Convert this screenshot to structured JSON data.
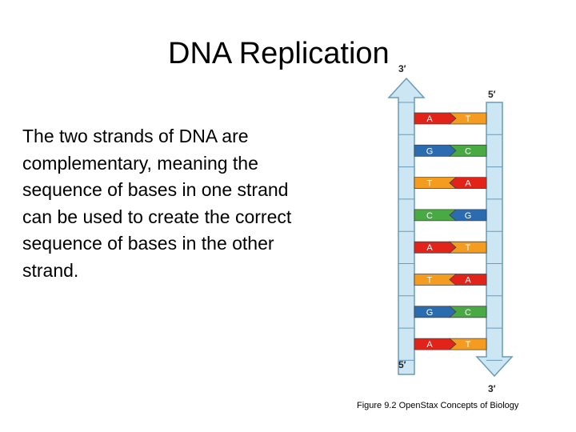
{
  "slide": {
    "title": "DNA Replication",
    "body": "The two strands of DNA are complementary, meaning the sequence of bases in one strand can be used to create the correct sequence of bases in the other strand.",
    "caption": "Figure 9.2 OpenStax Concepts of Biology"
  },
  "diagram": {
    "left_strand": {
      "top_label": "3′",
      "bottom_label": "5′"
    },
    "right_strand": {
      "top_label": "5′",
      "bottom_label": "3′"
    },
    "base_pairs": [
      {
        "left": "A",
        "right": "T"
      },
      {
        "left": "G",
        "right": "C"
      },
      {
        "left": "T",
        "right": "A"
      },
      {
        "left": "C",
        "right": "G"
      },
      {
        "left": "A",
        "right": "T"
      },
      {
        "left": "T",
        "right": "A"
      },
      {
        "left": "G",
        "right": "C"
      },
      {
        "left": "A",
        "right": "T"
      }
    ],
    "colors": {
      "strand": "#cde6f3",
      "strand_border": "#6a9bb8",
      "A": "#e2231a",
      "T": "#f39c1f",
      "G": "#2b6cb0",
      "C": "#49a942"
    }
  }
}
